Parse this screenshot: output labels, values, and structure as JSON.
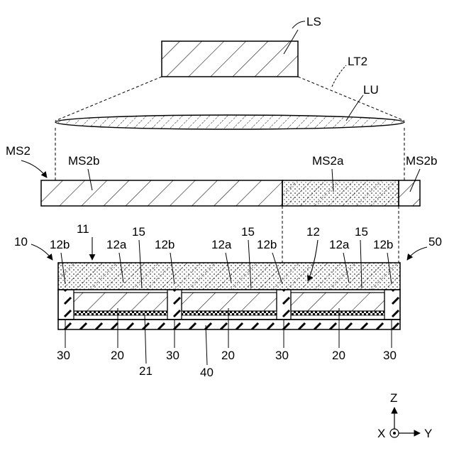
{
  "labels": {
    "LS": "LS",
    "LT2": "LT2",
    "LU": "LU",
    "MS2": "MS2",
    "MS2b_left": "MS2b",
    "MS2a": "MS2a",
    "MS2b_right": "MS2b",
    "n10": "10",
    "n11": "11",
    "n12": "12",
    "n50": "50",
    "n12b": "12b",
    "n12a": "12a",
    "n15": "15",
    "n30": "30",
    "n20": "20",
    "n21": "21",
    "n40": "40"
  },
  "axes": {
    "z": "Z",
    "x": "X",
    "y": "Y"
  }
}
